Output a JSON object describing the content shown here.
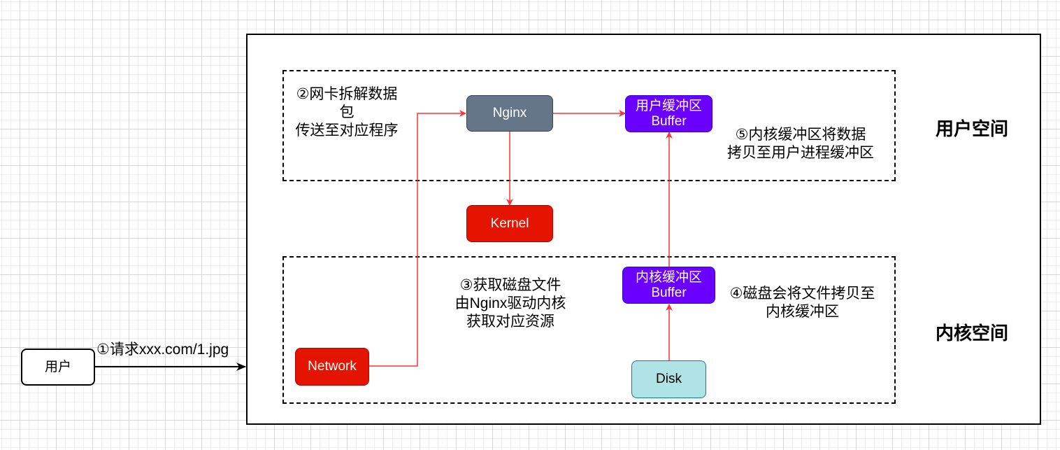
{
  "user_node": {
    "label": "用户"
  },
  "request_label": "①请求xxx.com/1.jpg",
  "zones": {
    "user_space": "用户空间",
    "kernel_space": "内核空间"
  },
  "nodes": {
    "nginx": "Nginx",
    "kernel": "Kernel",
    "network": "Network",
    "disk": "Disk",
    "user_buffer": {
      "line1": "用户缓冲区",
      "line2": "Buffer"
    },
    "kernel_buffer": {
      "line1": "内核缓冲区",
      "line2": "Buffer"
    }
  },
  "annotations": {
    "step2": [
      "②网卡拆解数据",
      "包",
      "传送至对应程序"
    ],
    "step3": [
      "③获取磁盘文件",
      "由Nginx驱动内核",
      "获取对应资源"
    ],
    "step4": [
      "④磁盘会将文件拷贝至",
      "内核缓冲区"
    ],
    "step5": [
      "⑤内核缓冲区将数据",
      "拷贝至用户进程缓冲区"
    ]
  },
  "colors": {
    "arrow": "#ff3333",
    "nginx": "#647687",
    "red_node": "#e51400",
    "buffer": "#6a00ff",
    "disk": "#b0e3e6"
  }
}
